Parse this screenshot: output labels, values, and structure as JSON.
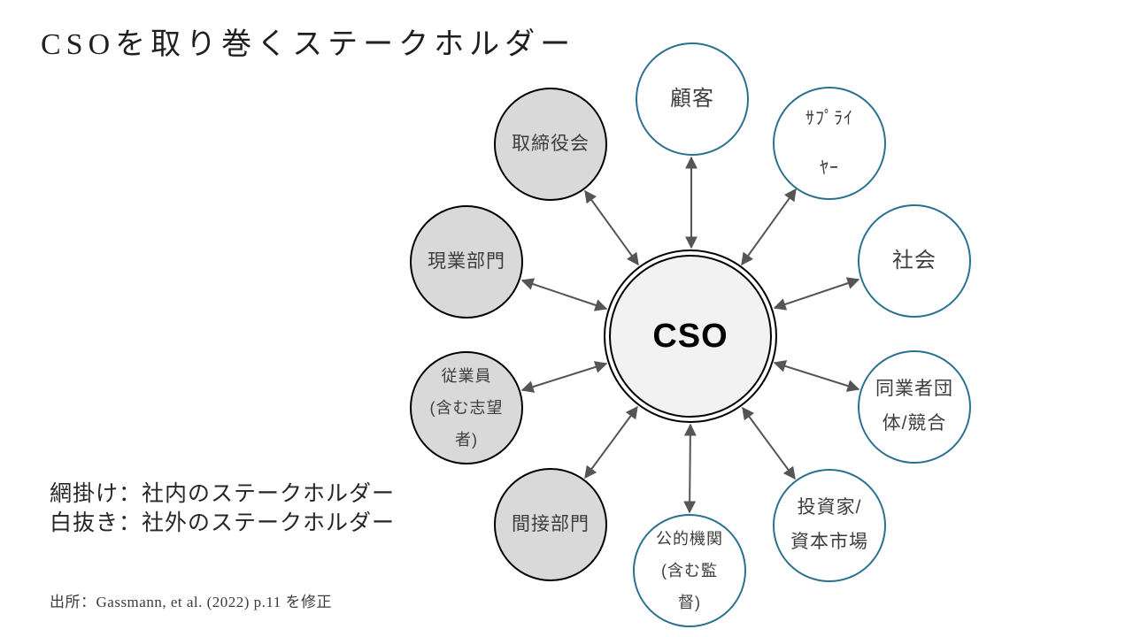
{
  "title": "CSOを取り巻くステークホルダー",
  "diagram": {
    "center": {
      "label": "CSO"
    },
    "nodes": [
      {
        "label": "顧客",
        "type": "external"
      },
      {
        "label": "ｻﾌﾟﾗｲ\nﾔｰ",
        "type": "external"
      },
      {
        "label": "社会",
        "type": "external"
      },
      {
        "label": "同業者団\n体/競合",
        "type": "external"
      },
      {
        "label": "投資家/\n資本市場",
        "type": "external"
      },
      {
        "label": "公的機関\n(含む監\n督)",
        "type": "external"
      },
      {
        "label": "間接部門",
        "type": "internal"
      },
      {
        "label": "従業員\n(含む志望\n者)",
        "type": "internal"
      },
      {
        "label": "現業部門",
        "type": "internal"
      },
      {
        "label": "取締役会",
        "type": "internal"
      }
    ]
  },
  "legend": {
    "internal": "網掛け：社内のステークホルダー",
    "external": "白抜き：社外のステークホルダー"
  },
  "source": "出所：Gassmann, et al. (2022) p.11 を修正",
  "colors": {
    "external_border": "#2a708f",
    "external_fill": "#ffffff",
    "internal_fill": "#d9d9d9",
    "internal_border": "#000000",
    "center_fill": "#f2f2f2",
    "arrow": "#555555"
  }
}
